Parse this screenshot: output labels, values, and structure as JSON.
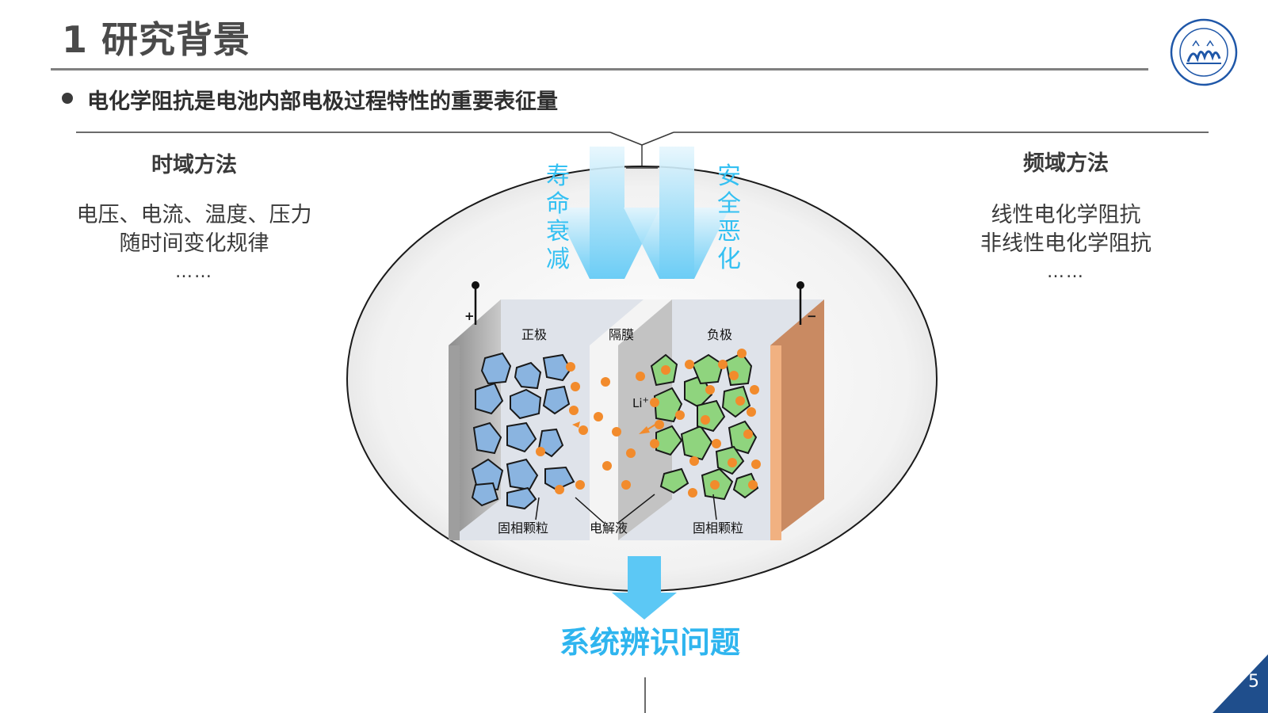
{
  "slide": {
    "title": "1 研究背景",
    "bullet": "电化学阻抗是电池内部电极过程特性的重要表征量",
    "page_number": "5"
  },
  "left_column": {
    "heading": "时域方法",
    "lines": [
      "电压、电流、温度、压力",
      "随时间变化规律"
    ],
    "ellipsis": "……"
  },
  "right_column": {
    "heading": "频域方法",
    "lines": [
      "线性电化学阻抗",
      "非线性电化学阻抗"
    ],
    "ellipsis": "……"
  },
  "diagram": {
    "arrow_left_label": [
      "寿",
      "命",
      "衰",
      "减"
    ],
    "arrow_right_label": [
      "安",
      "全",
      "恶",
      "化"
    ],
    "positive_sign": "+",
    "negative_sign": "−",
    "cathode_label": "正极",
    "separator_label": "隔膜",
    "anode_label": "负极",
    "ion_label": "Li",
    "ion_superscript": "+",
    "particles_left_label": "固相颗粒",
    "electrolyte_label": "电解液",
    "particles_right_label": "固相颗粒",
    "colors": {
      "arrow": "#7ad3f7",
      "cathode_particle": "#8ab4e0",
      "anode_particle": "#8fd47e",
      "lithium_ion": "#f28b2c",
      "copper_collector": "#c98a62"
    }
  },
  "conclusion": "系统辨识问题"
}
